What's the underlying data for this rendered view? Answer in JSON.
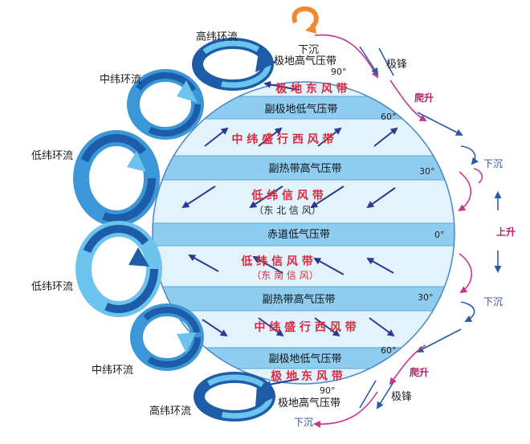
{
  "cells": {
    "polar_top": "高纬环流",
    "mid_top": "中纬环流",
    "low_top": "低纬环流",
    "low_bottom": "低纬环流",
    "mid_bottom": "中纬环流",
    "polar_bottom": "高纬环流"
  },
  "bands": {
    "polar_high_n": "极地高气压带",
    "polar_east_n": "极 地 东 风 带",
    "subpolar_low_n": "副极地低气压带",
    "westerly_n": "中 纬 盛 行 西 风 带",
    "subtropical_high_n": "副热带高气压带",
    "trade_n": "低 纬 信 风 带",
    "trade_n_sub": "（东 北 信 风）",
    "equator_low": "赤道低气压带",
    "trade_s": "低 纬 信 风 带",
    "trade_s_sub": "（东 南 信 风）",
    "subtropical_high_s": "副热带高气压带",
    "westerly_s": "中 纬 盛 行 西 风 带",
    "subpolar_low_s": "副极地低气压带",
    "polar_east_s": "极 地 东 风 带",
    "polar_high_s": "极地高气压带"
  },
  "latitudes": {
    "n90": "90°",
    "n60": "60°",
    "n30": "30°",
    "eq": "0°",
    "s30": "30°",
    "s60": "60°",
    "s90": "90°"
  },
  "side": {
    "sink_top": "下沉",
    "polar_front_top": "极锋",
    "climb_top": "爬升",
    "sink_n30": "下沉",
    "rise_eq": "上升",
    "sink_s30": "下沉",
    "climb_bottom": "爬升",
    "polar_front_bottom": "极锋",
    "sink_bottom": "下沉"
  },
  "colors": {
    "band_dark": "#8ecdf0",
    "band_light": "#e3f3fc",
    "cell_light": "#6cc4ee",
    "cell_mid": "#3b97d8",
    "cell_dark": "#1c5ca8",
    "arrow_wind": "#2b3a8f",
    "side_blue": "#2a5aa8",
    "side_pink": "#c7368e",
    "text_red": "#d8293f"
  }
}
